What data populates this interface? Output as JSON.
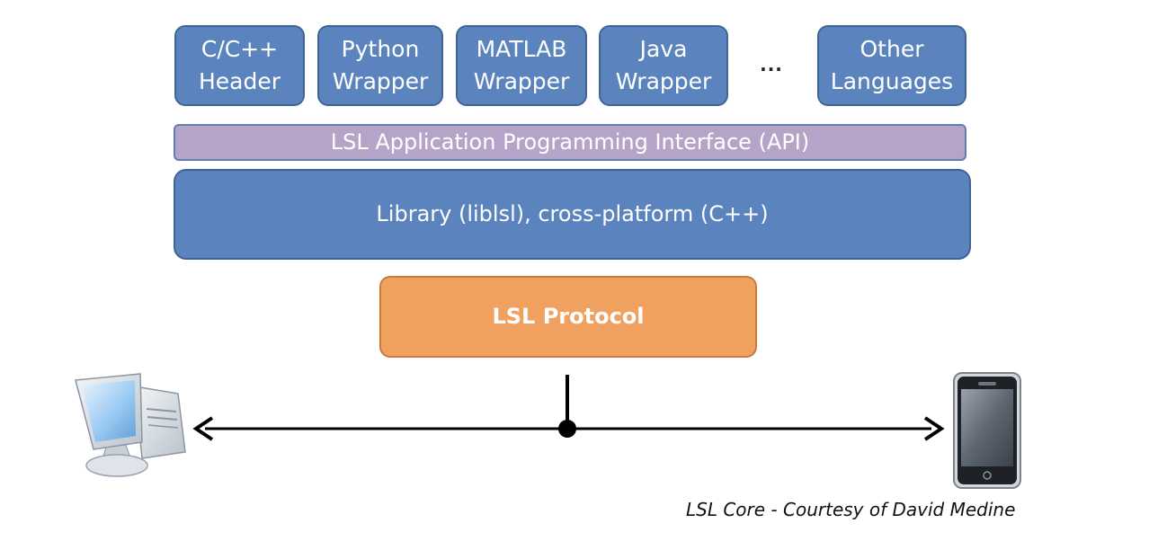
{
  "wrappers": [
    {
      "line1": "C/C++",
      "line2": "Header"
    },
    {
      "line1": "Python",
      "line2": "Wrapper"
    },
    {
      "line1": "MATLAB",
      "line2": "Wrapper"
    },
    {
      "line1": "Java",
      "line2": "Wrapper"
    },
    {
      "line1": "Other",
      "line2": "Languages"
    }
  ],
  "ellipsis": "...",
  "api_label": "LSL Application Programming Interface (API)",
  "library_label": "Library (liblsl), cross-platform (C++)",
  "protocol_label": "LSL Protocol",
  "endpoints": {
    "left_icon": "desktop-computer-icon",
    "right_icon": "smartphone-icon"
  },
  "caption": "LSL Core - Courtesy of David Medine",
  "colors": {
    "box_blue": "#5b84be",
    "box_border": "#3f6597",
    "api_purple": "#b6a4c8",
    "protocol_orange": "#f0a05f"
  }
}
